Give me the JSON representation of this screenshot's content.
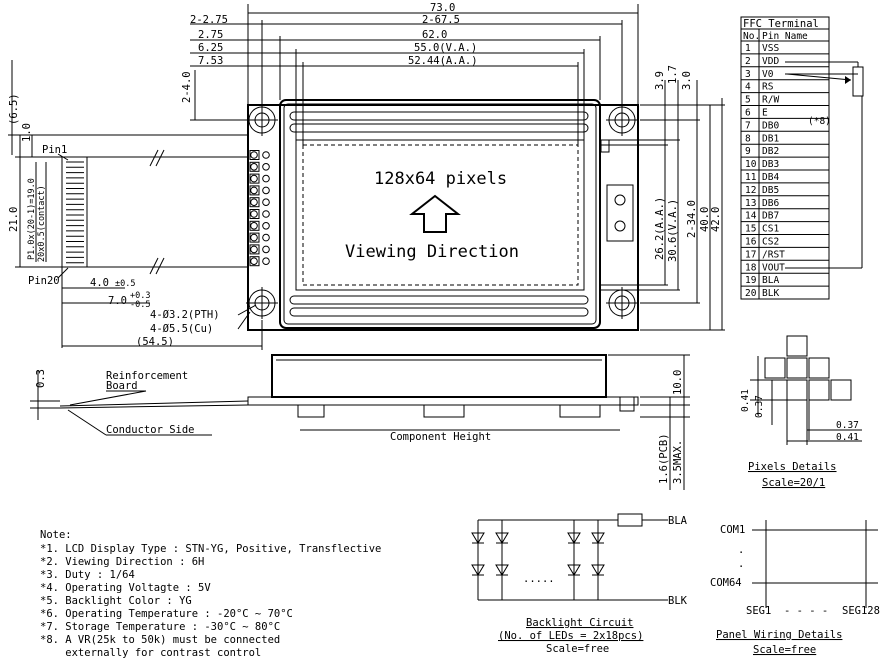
{
  "top_dims": {
    "d73": "73.0",
    "d675": "2-67.5",
    "d275a": "2-2.75",
    "d275b": "2.75",
    "d625": "6.25",
    "d753": "7.53",
    "d62": "62.0",
    "d55": "55.0(V.A.)",
    "d5244": "52.44(A.A.)",
    "d24": "2-4.0",
    "d65": "(6.5)"
  },
  "right_dims": {
    "d39": "3.9",
    "d17": "1.7",
    "d30": "3.0",
    "d262": "26.2(A.A.)",
    "d306": "30.6(V.A.)",
    "d234": "2-34.0",
    "d40": "40.0",
    "d42": "42.0"
  },
  "left_dims": {
    "d10": "1.0",
    "d21": "21.0",
    "d19": "P1.0x(20-1)=19.0",
    "d05": "20x0.5(contact)",
    "pin1": "Pin1",
    "pin20": "Pin20",
    "d40a": "4.0",
    "d40a_tol": "±0.5",
    "d70": "7.0",
    "d70_tol_up": "+0.3",
    "d70_tol_dn": "-0.5",
    "d545": "(54.5)",
    "holes_pth": "4-Ø3.2(PTH)",
    "holes_cu": "4-Ø5.5(Cu)"
  },
  "lcd": {
    "pixels": "128x64 pixels",
    "viewing": "Viewing Direction"
  },
  "side_view": {
    "reinforcement": "Reinforcement",
    "board": "Board",
    "conductor": "Conductor Side",
    "component": "Component Height",
    "d03": "0.3",
    "d10": "10.0",
    "d16": "1.6(PCB)",
    "d35": "3.5MAX."
  },
  "fpc": {
    "title": "FFC Terminal",
    "col_no": "No.",
    "col_name": "Pin Name",
    "pins": [
      {
        "no": "1",
        "name": "VSS"
      },
      {
        "no": "2",
        "name": "VDD"
      },
      {
        "no": "3",
        "name": "V0"
      },
      {
        "no": "4",
        "name": "RS"
      },
      {
        "no": "5",
        "name": "R/W"
      },
      {
        "no": "6",
        "name": "E"
      },
      {
        "no": "7",
        "name": "DB0"
      },
      {
        "no": "8",
        "name": "DB1"
      },
      {
        "no": "9",
        "name": "DB2"
      },
      {
        "no": "10",
        "name": "DB3"
      },
      {
        "no": "11",
        "name": "DB4"
      },
      {
        "no": "12",
        "name": "DB5"
      },
      {
        "no": "13",
        "name": "DB6"
      },
      {
        "no": "14",
        "name": "DB7"
      },
      {
        "no": "15",
        "name": "CS1"
      },
      {
        "no": "16",
        "name": "CS2"
      },
      {
        "no": "17",
        "name": "/RST"
      },
      {
        "no": "18",
        "name": "VOUT"
      },
      {
        "no": "19",
        "name": "BLA"
      },
      {
        "no": "20",
        "name": "BLK"
      }
    ],
    "vr_note": "(*8)"
  },
  "pixel_details": {
    "title": "Pixels Details",
    "scale": "Scale=20/1",
    "d041a": "0.41",
    "d037a": "0.37",
    "d037b": "0.37",
    "d041b": "0.41"
  },
  "notes": {
    "title": "Note:",
    "lines": [
      "*1. LCD Display Type : STN-YG, Positive, Transflective",
      "*2. Viewing Direction : 6H",
      "*3. Duty : 1/64",
      "*4. Operating Voltagte : 5V",
      "*5. Backlight Color : YG",
      "*6. Operating Temperature : -20°C ~ 70°C",
      "*7. Storage Temperature : -30°C ~ 80°C",
      "*8. A VR(25k to 50k) must be connected",
      "    externally for contrast control"
    ]
  },
  "backlight": {
    "bla": "BLA",
    "blk": "BLK",
    "dots": ".....",
    "title": "Backlight Circuit",
    "leds": "(No. of LEDs = 2x18pcs)",
    "scale": "Scale=free"
  },
  "panel_wiring": {
    "com1": "COM1",
    "com64": "COM64",
    "seg1": "SEG1",
    "dashes": "- - - -",
    "seg128": "SEG128",
    "title": "Panel Wiring Details",
    "scale": "Scale=free"
  }
}
